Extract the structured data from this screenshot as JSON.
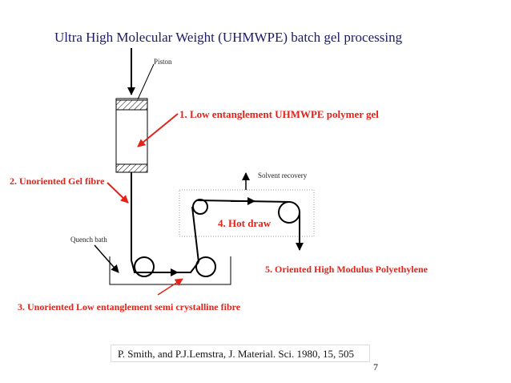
{
  "title": "Ultra High Molecular Weight (UHMWPE) batch gel processing",
  "labels": {
    "piston": "Piston",
    "step1": "1.  Low entanglement UHMWPE polymer gel",
    "step2": "2. Unoriented Gel fibre",
    "solvent_recovery": "Solvent recovery",
    "step4": "4. Hot draw",
    "quench_bath": "Quench bath",
    "step5": "5. Oriented High Modulus Polyethylene",
    "step3": "3. Unoriented Low entanglement semi crystalline fibre"
  },
  "citation": "P. Smith, and P.J.Lemstra, J. Material. Sci. 1980, 15, 505",
  "page_number": "7",
  "colors": {
    "title": "#1a1a66",
    "annotation": "#e2231a",
    "line": "#000000"
  }
}
